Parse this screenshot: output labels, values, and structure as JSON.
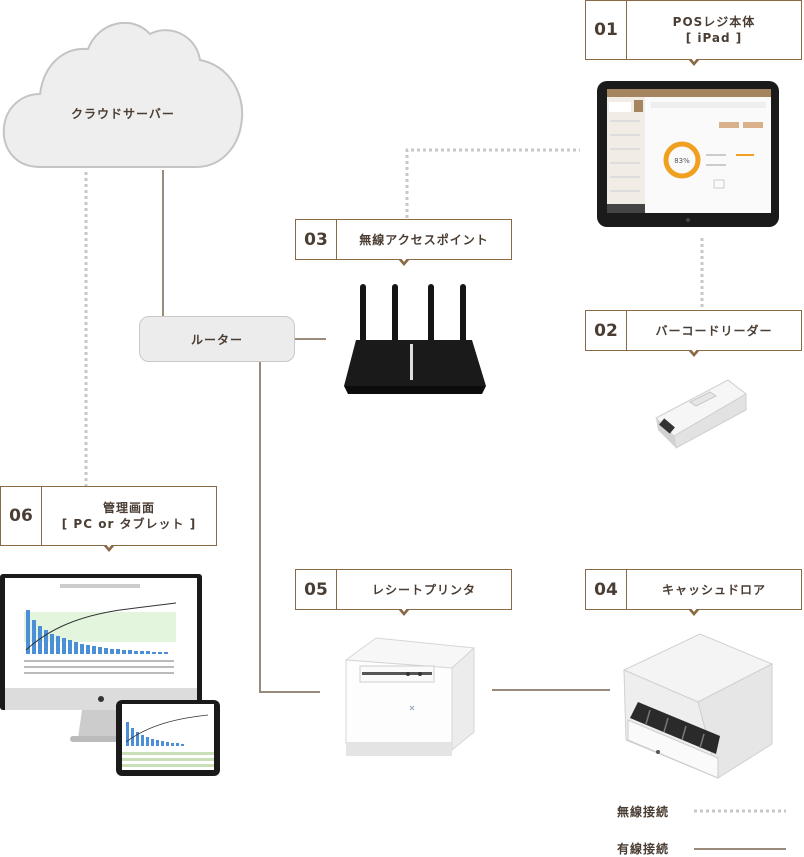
{
  "cloud": {
    "label": "クラウドサーバー"
  },
  "router": {
    "label": "ルーター"
  },
  "devices": {
    "d01": {
      "number": "01",
      "title": "POSレジ本体",
      "subtitle": "[ iPad ]"
    },
    "d02": {
      "number": "02",
      "title": "バーコードリーダー"
    },
    "d03": {
      "number": "03",
      "title": "無線アクセスポイント"
    },
    "d04": {
      "number": "04",
      "title": "キャッシュドロア"
    },
    "d05": {
      "number": "05",
      "title": "レシートプリンタ"
    },
    "d06": {
      "number": "06",
      "title": "管理画面",
      "subtitle": "[ PC or タブレット ]"
    }
  },
  "ipad_screen": {
    "percent": "83%"
  },
  "legend": {
    "wireless": "無線接続",
    "wired": "有線接続"
  },
  "colors": {
    "line": "#9a8a7a",
    "dotted": "#c8c8c8",
    "brown": "#8a6a45",
    "orange": "#f0a020"
  }
}
